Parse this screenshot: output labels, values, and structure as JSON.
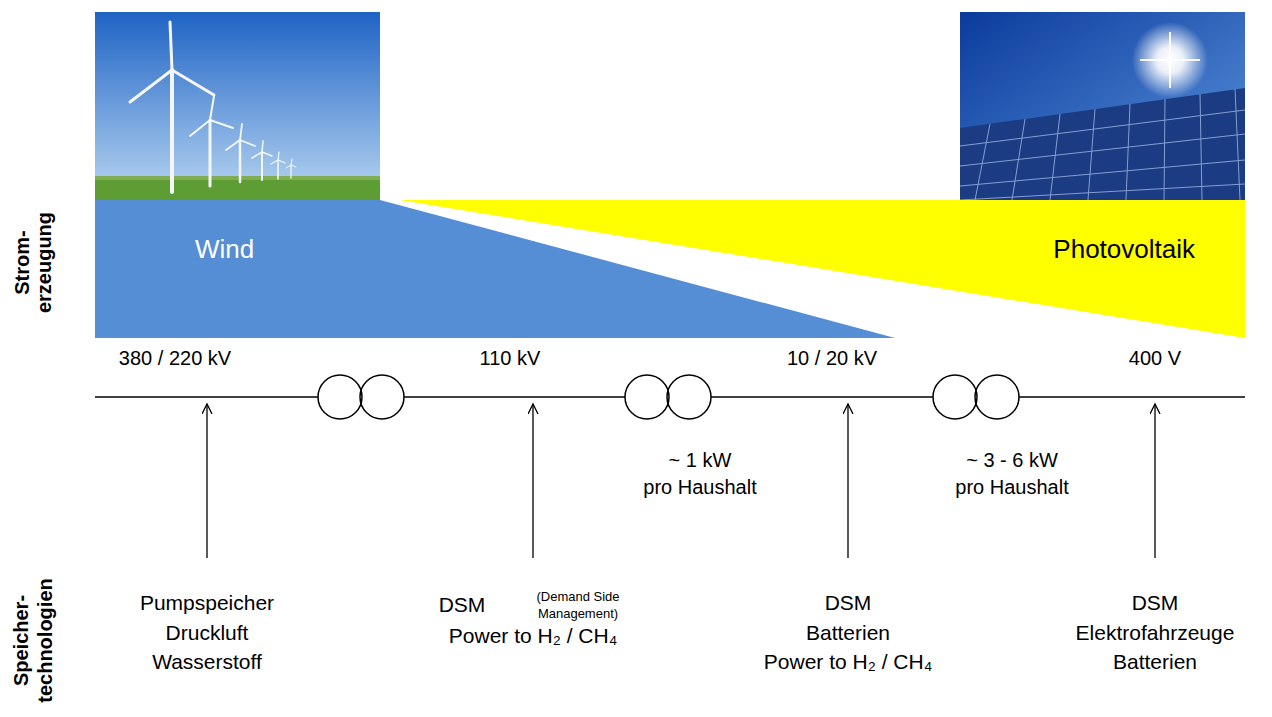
{
  "diagram": {
    "nodes": [
      {
        "text": [
          "Wind"
        ]
      },
      {
        "text": [
          "Photovoltaik"
        ]
      }
    ],
    "labels": [
      "Strom-",
      "erzeugung",
      "Speicher-",
      "technologien",
      "380 / 220 kV",
      "110 kV",
      "10 / 20 kV",
      "400 V",
      "~ 1 kW",
      "pro Haushalt",
      "~ 3 - 6 kW",
      "pro Haushalt",
      "Pumpspeicher",
      "Druckluft",
      "Wasserstoff",
      "DSM",
      "(Demand Side",
      "Management)",
      "Power to H₂ / CH₄",
      "DSM",
      "Batterien",
      "Power to H₂ / CH₄",
      "DSM",
      "Elektrofahrzeuge",
      "Batterien"
    ]
  }
}
